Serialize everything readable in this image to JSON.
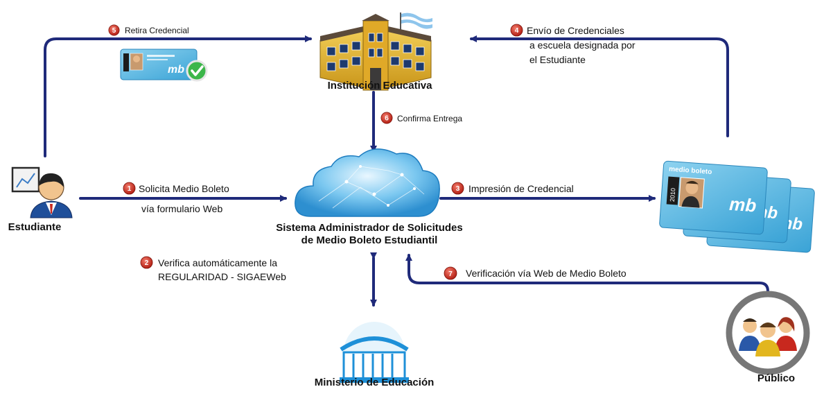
{
  "nodes": {
    "institucion": "Institución Educativa",
    "estudiante": "Estudiante",
    "sistema_line1": "Sistema Administrador de Solicitudes",
    "sistema_line2": "de Medio Boleto Estudiantil",
    "ministerio": "Ministerio de Educación",
    "publico": "Público"
  },
  "steps": [
    {
      "num": "1",
      "lines": [
        "Solicita Medio Boleto",
        "vía formulario Web"
      ]
    },
    {
      "num": "2",
      "lines": [
        "Verifica automáticamente la",
        "REGULARIDAD - SIGAEWeb"
      ]
    },
    {
      "num": "3",
      "lines": [
        "Impresión de Credencial"
      ]
    },
    {
      "num": "4",
      "lines": [
        "Envío de Credenciales",
        "a escuela designada por",
        "el Estudiante"
      ]
    },
    {
      "num": "5",
      "lines": [
        "Retira Credencial"
      ]
    },
    {
      "num": "6",
      "lines": [
        "Confirma Entrega"
      ]
    },
    {
      "num": "7",
      "lines": [
        "Verificación vía Web de Medio Boleto"
      ]
    }
  ],
  "card": {
    "brand": "medio boleto",
    "logo": "mb",
    "year": "2010"
  },
  "colors": {
    "arrow": "#1f2a7a",
    "badge": "#c8281e",
    "cloud": "#3fa9e6",
    "card": "#5ab8e0",
    "ministry": "#1e90d8",
    "building": "#e8b830"
  }
}
